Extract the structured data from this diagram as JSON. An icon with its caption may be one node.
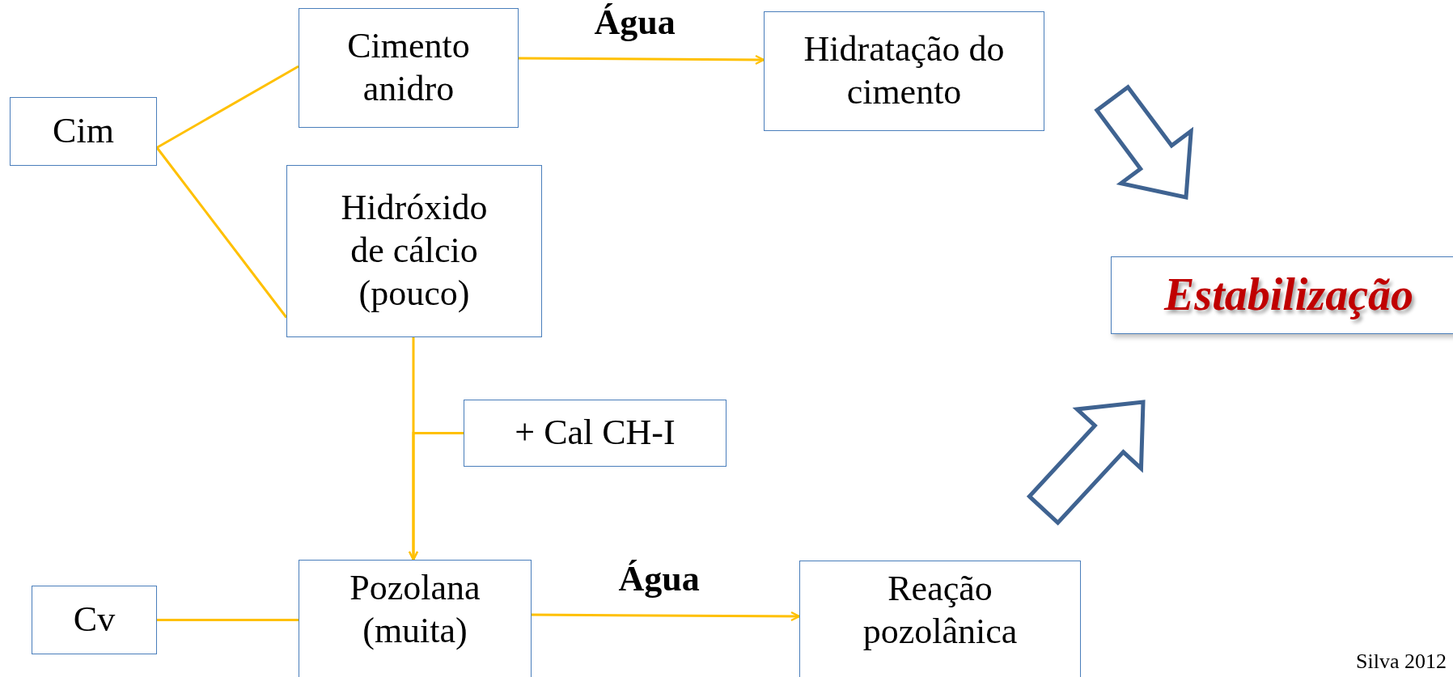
{
  "diagram": {
    "nodes": [
      {
        "text": [
          "Cim"
        ]
      },
      {
        "text": [
          "Cimento anidro"
        ]
      },
      {
        "text": [
          "Hidratação do cimento"
        ]
      },
      {
        "text": [
          "Hidróxido de cálcio (pouco)"
        ]
      },
      {
        "text": [
          "Estabilização"
        ]
      },
      {
        "text": [
          "+ Cal CH-I"
        ]
      },
      {
        "text": [
          "Cv"
        ]
      },
      {
        "text": [
          "Pozolana (muita)"
        ]
      },
      {
        "text": [
          "Reação pozolânica"
        ]
      }
    ],
    "edges": [
      {
        "from": 0,
        "to": 1,
        "arrow": "none"
      },
      {
        "from": 0,
        "to": 3,
        "arrow": "none"
      },
      {
        "from": 1,
        "to": 2,
        "arrow": "to",
        "label": "Água"
      },
      {
        "from": 3,
        "to": 7,
        "arrow": "to"
      },
      {
        "from": 5,
        "to": 7,
        "arrow": "to"
      },
      {
        "from": 6,
        "to": 7,
        "arrow": "none"
      },
      {
        "from": 7,
        "to": 8,
        "arrow": "to",
        "label": "Água"
      },
      {
        "from": 2,
        "to": 4,
        "arrow": "to",
        "style": "thick",
        "color": "#3f6391"
      },
      {
        "from": 8,
        "to": 4,
        "arrow": "to",
        "style": "thick",
        "color": "#3f6391"
      }
    ],
    "labels": [
      "Silva 2012"
    ]
  }
}
